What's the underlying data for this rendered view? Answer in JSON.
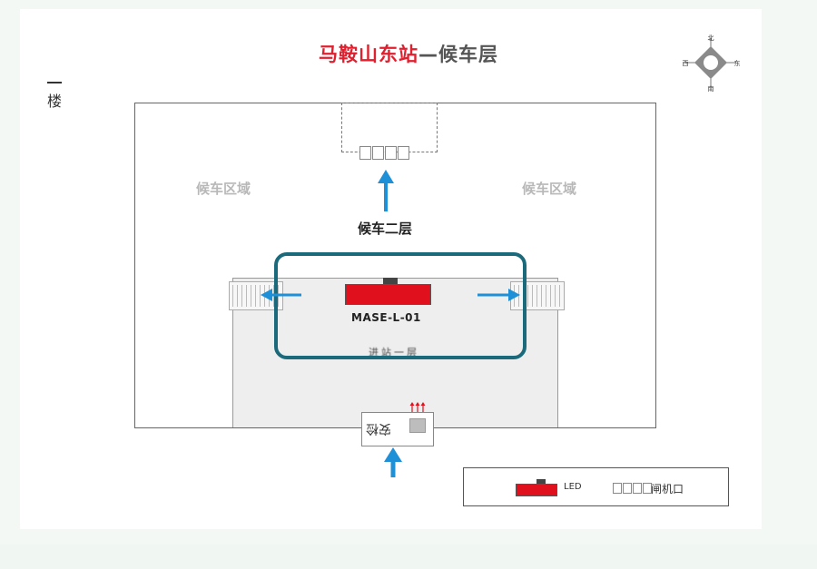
{
  "title": {
    "station": "马鞍山东站",
    "rest": "—候车层"
  },
  "floor_label": "楼",
  "compass": {
    "north": "北",
    "south": "南",
    "east": "东",
    "west": "西"
  },
  "areas": {
    "waiting_left": "候车区域",
    "waiting_right": "候车区域",
    "upper_floor": "候车二层"
  },
  "led": {
    "id": "MASE-L-01",
    "color": "#e0101d"
  },
  "lower_text": "进站一层",
  "security_label": "安检",
  "legend": {
    "led_label": "LED",
    "gate_label": "闸机口"
  },
  "colors": {
    "accent": "#e0202e",
    "highlight_frame": "#1b6a7c",
    "arrow": "#1e90d8"
  }
}
